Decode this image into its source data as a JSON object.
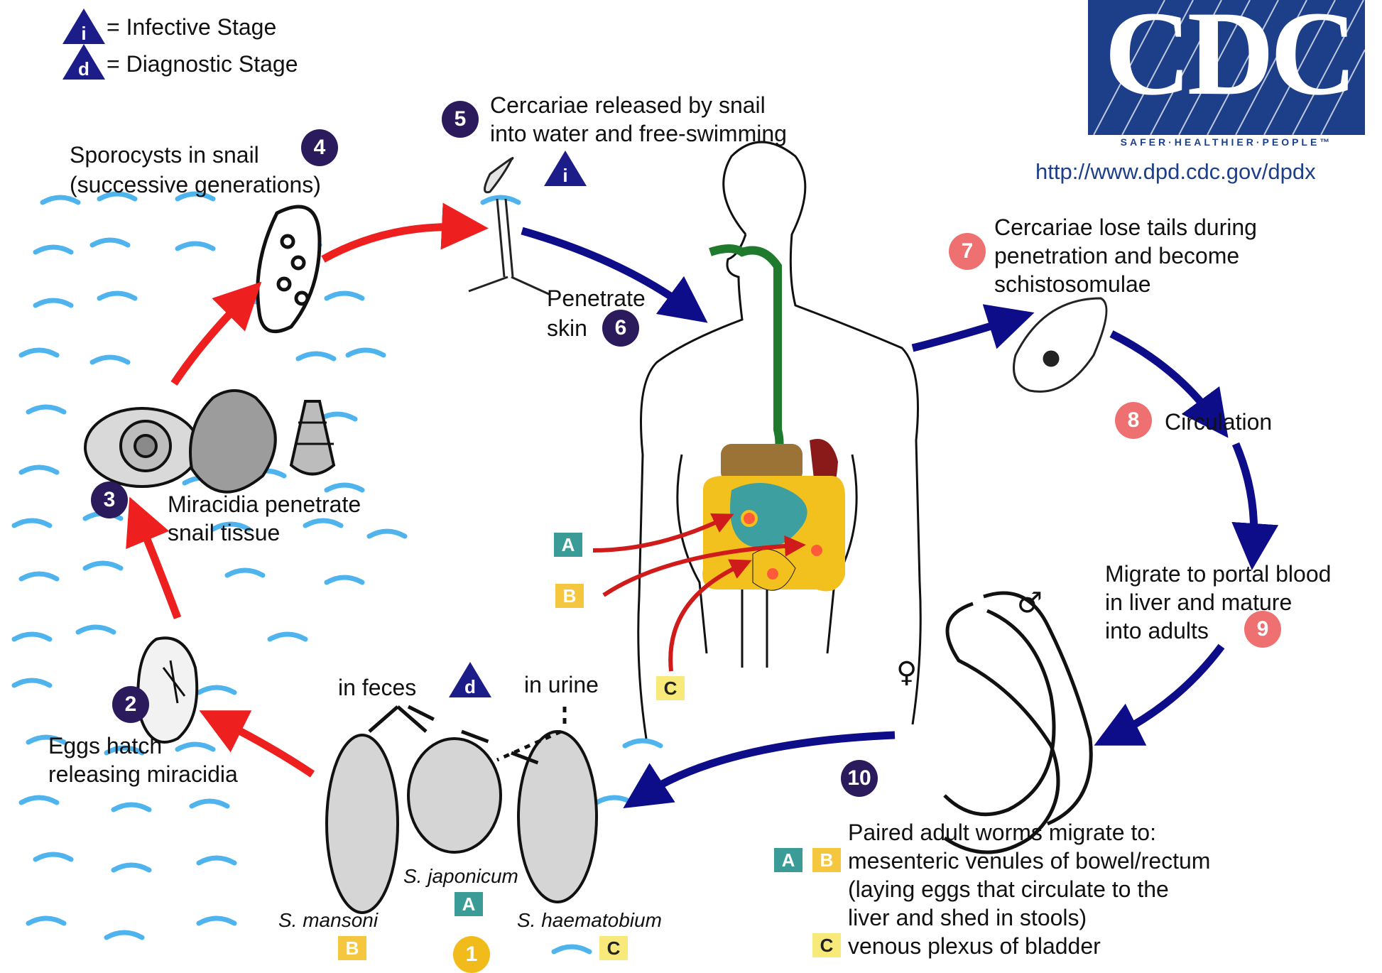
{
  "legend": {
    "infective_symbol": "i",
    "infective_label": "= Infective Stage",
    "diagnostic_symbol": "d",
    "diagnostic_label": "= Diagnostic Stage"
  },
  "logo": {
    "text": "CDC",
    "tagline": "SAFER·HEALTHIER·PEOPLE™",
    "url": "http://www.dpd.cdc.gov/dpdx"
  },
  "steps": {
    "s1": "1",
    "s2": "2",
    "s3": "3",
    "s4": "4",
    "s5": "5",
    "s6": "6",
    "s7": "7",
    "s8": "8",
    "s9": "9",
    "s10": "10"
  },
  "labels": {
    "cercariae_released_1": "Cercariae released by snail",
    "cercariae_released_2": "into water and free-swimming",
    "sporocysts_1": "Sporocysts in snail",
    "sporocysts_2": "(successive generations)",
    "penetrate_1": "Penetrate",
    "penetrate_2": "skin",
    "lose_tails_1": "Cercariae lose tails during",
    "lose_tails_2": "penetration and become",
    "lose_tails_3": "schistosomulae",
    "circulation": "Circulation",
    "migrate_1": "Migrate to portal blood",
    "migrate_2": "in liver and mature",
    "migrate_3": "into adults",
    "miracidia_1": "Miracidia penetrate",
    "miracidia_2": "snail tissue",
    "eggs_hatch_1": "Eggs hatch",
    "eggs_hatch_2": "releasing miracidia",
    "in_feces": "in feces",
    "in_urine": "in urine",
    "paired_1": "Paired adult worms migrate to:",
    "paired_2": "mesenteric venules of bowel/rectum",
    "paired_3": "(laying eggs that circulate to the",
    "paired_4": "liver and shed in stools)",
    "paired_5": "venous plexus of bladder"
  },
  "species": {
    "mansoni": "S. mansoni",
    "japonicum": "S. japonicum",
    "haematobium": "S. haematobium"
  },
  "tags": {
    "a": "A",
    "b": "B",
    "c": "C"
  },
  "sex": {
    "male": "♂",
    "female": "♀"
  },
  "colors": {
    "step_dark": "#2b1a5c",
    "step_red": "#ef7070",
    "arrow_red": "#ee1f1f",
    "arrow_blue": "#0d0d8a",
    "water": "#4fb4ee",
    "tag_a": "#3b9c97",
    "tag_b": "#f5c73e",
    "tag_c": "#f7e97a",
    "cdc_blue": "#1d3f8a"
  }
}
